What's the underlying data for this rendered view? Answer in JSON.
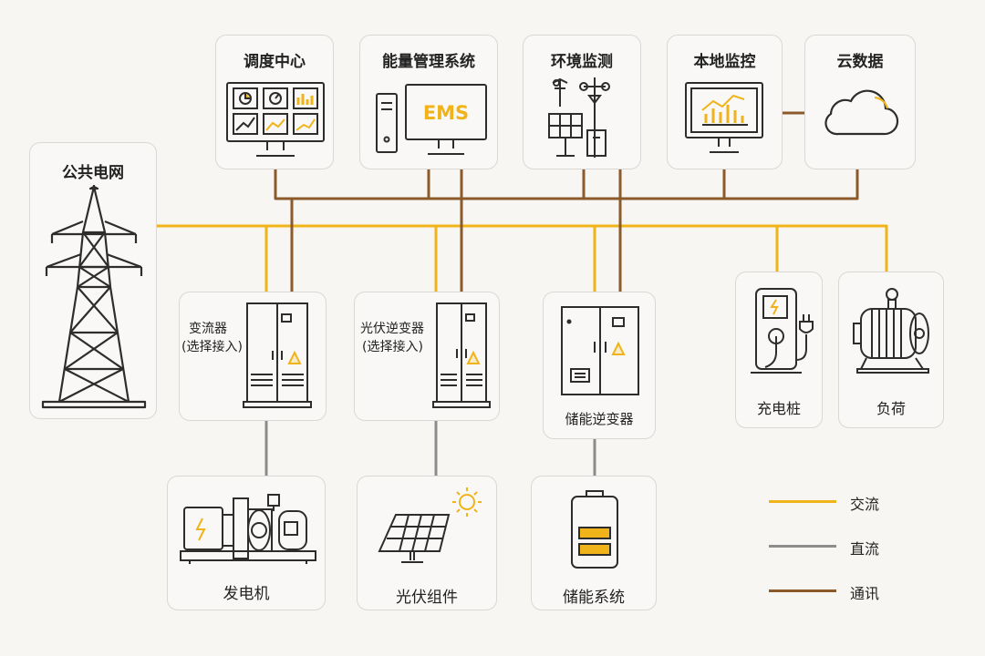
{
  "colors": {
    "ac": "#f0b41a",
    "dc": "#8c8c8c",
    "comm": "#8b5a2b",
    "stroke": "#2d2d2d",
    "card_bg": "#f9f8f6",
    "card_border": "#d9d8d4"
  },
  "nodes": {
    "public_grid": {
      "label": "公共电网",
      "icon": "transmission-tower-icon"
    },
    "dispatch_center": {
      "label": "调度中心",
      "icon": "dashboard-monitor-icon"
    },
    "ems": {
      "label": "能量管理系统",
      "screen_text": "EMS",
      "icon": "ems-computer-icon"
    },
    "env_monitor": {
      "label": "环境监测",
      "icon": "weather-station-icon"
    },
    "local_monitor": {
      "label": "本地监控",
      "icon": "monitor-chart-icon"
    },
    "cloud_data": {
      "label": "云数据",
      "icon": "cloud-icon"
    },
    "converter": {
      "label_line1": "变流器",
      "label_line2": "(选择接入)",
      "icon": "converter-cabinet-icon"
    },
    "pv_inverter": {
      "label_line1": "光伏逆变器",
      "label_line2": "(选择接入)",
      "icon": "inverter-cabinet-icon"
    },
    "storage_inverter": {
      "label": "储能逆变器",
      "icon": "storage-inverter-cabinet-icon"
    },
    "charger": {
      "label": "充电桩",
      "icon": "ev-charger-icon"
    },
    "load": {
      "label": "负荷",
      "icon": "motor-load-icon"
    },
    "generator": {
      "label": "发电机",
      "icon": "generator-icon"
    },
    "pv_module": {
      "label": "光伏组件",
      "icon": "solar-panel-icon"
    },
    "storage_system": {
      "label": "储能系统",
      "icon": "battery-icon"
    }
  },
  "legend": [
    {
      "label": "交流",
      "type": "ac"
    },
    {
      "label": "直流",
      "type": "dc"
    },
    {
      "label": "通讯",
      "type": "comm"
    }
  ]
}
